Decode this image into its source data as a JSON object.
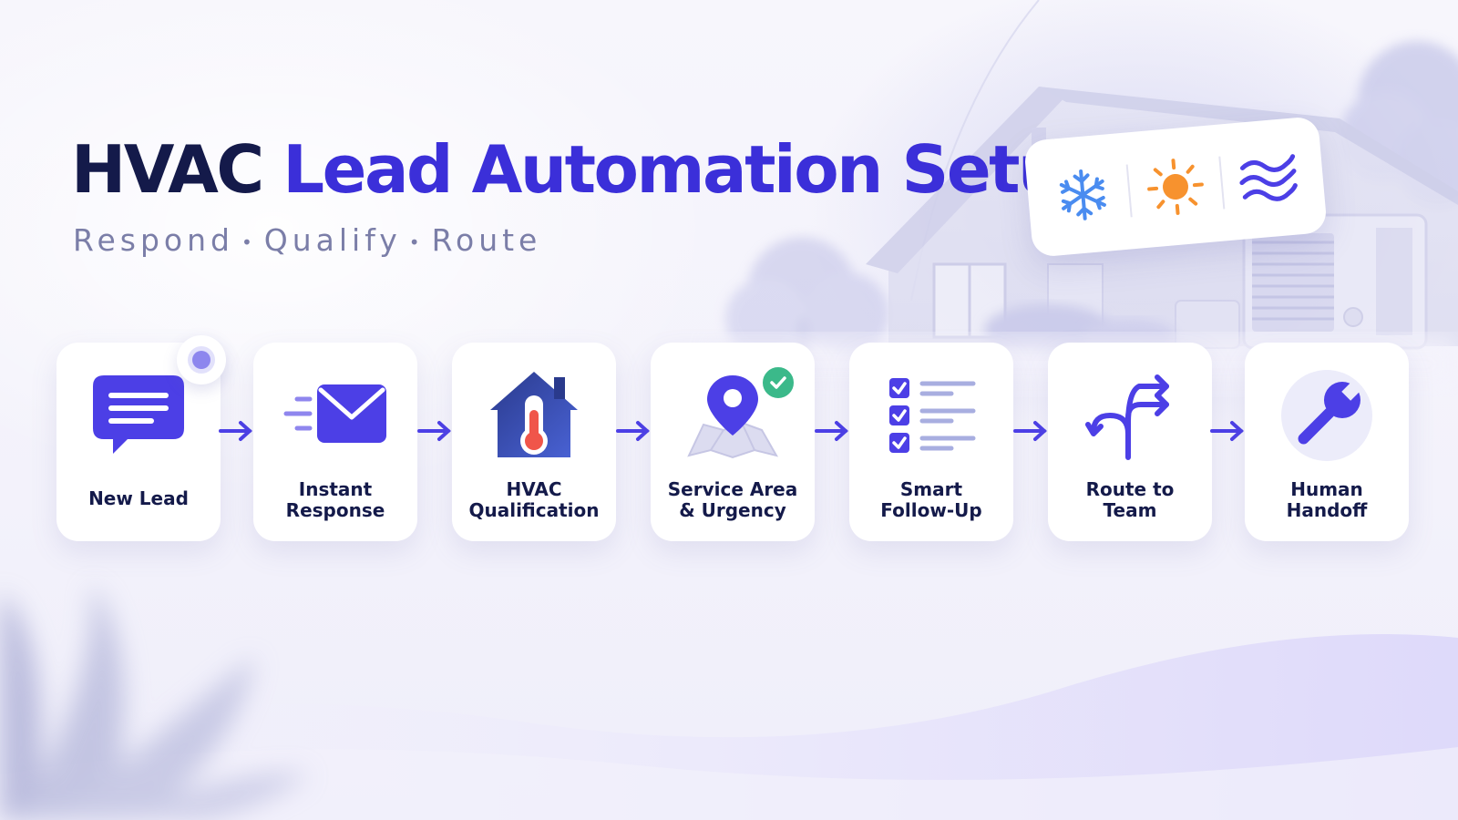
{
  "title": {
    "dark": "HVAC",
    "accent": "Lead Automation Setup"
  },
  "subtitle": {
    "items": [
      "Respond",
      "Qualify",
      "Route"
    ],
    "separator": "•"
  },
  "weather_icons": [
    "snowflake-icon",
    "sun-icon",
    "air-flow-icon"
  ],
  "colors": {
    "title_dark": "#141a4a",
    "accent": "#3b2fd9",
    "subtitle": "#7b7ea8",
    "icon_primary": "#4c3fe6",
    "check": "#3bb98a",
    "thermo_red": "#f0554a",
    "sun": "#f7922e",
    "snow": "#4a8cf0"
  },
  "steps": [
    {
      "label": "New Lead",
      "icon": "chat-bubble-icon"
    },
    {
      "label": "Instant\nResponse",
      "icon": "envelope-icon"
    },
    {
      "label": "HVAC\nQualification",
      "icon": "house-thermometer-icon"
    },
    {
      "label": "Service Area\n& Urgency",
      "icon": "map-pin-icon"
    },
    {
      "label": "Smart\nFollow-Up",
      "icon": "checklist-icon"
    },
    {
      "label": "Route to\nTeam",
      "icon": "route-split-icon"
    },
    {
      "label": "Human\nHandoff",
      "icon": "wrench-icon"
    }
  ]
}
